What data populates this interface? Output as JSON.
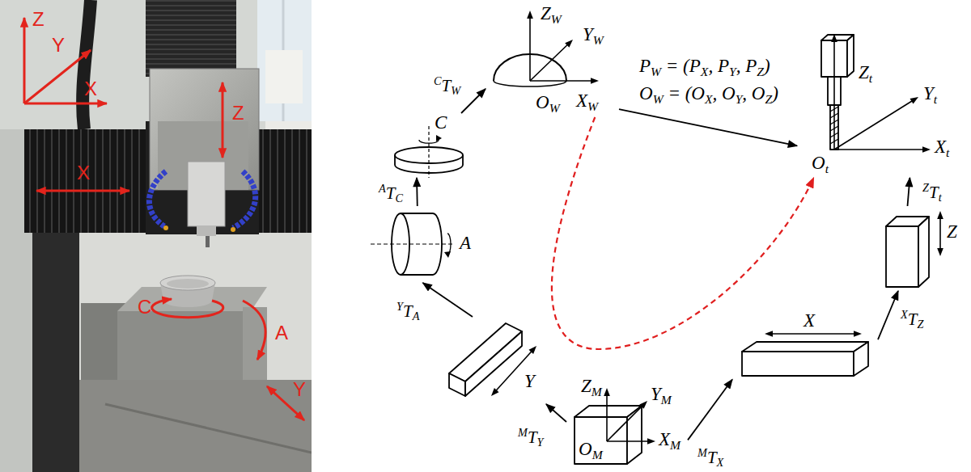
{
  "diagram": {
    "nodes": [
      {
        "text": [
          "ZW",
          "YW",
          "OW",
          "XW"
        ]
      },
      {
        "text": [
          "C"
        ]
      },
      {
        "text": [
          "A"
        ]
      },
      {
        "text": [
          "Y"
        ]
      },
      {
        "text": [
          "ZM",
          "YM",
          "OM",
          "XM"
        ]
      },
      {
        "text": [
          "X"
        ]
      },
      {
        "text": [
          "Z"
        ]
      },
      {
        "text": [
          "Zt",
          "Yt",
          "Ot",
          "Xt"
        ]
      }
    ],
    "edges": [
      {
        "from": 4,
        "to": 3,
        "arrow": "to",
        "label": "MTY"
      },
      {
        "from": 3,
        "to": 2,
        "arrow": "to",
        "label": "YTA"
      },
      {
        "from": 2,
        "to": 1,
        "arrow": "to",
        "label": "ATC"
      },
      {
        "from": 1,
        "to": 0,
        "arrow": "to",
        "label": "CTW"
      },
      {
        "from": 4,
        "to": 5,
        "arrow": "to",
        "label": "MTX"
      },
      {
        "from": 5,
        "to": 6,
        "arrow": "to",
        "label": "XTZ"
      },
      {
        "from": 6,
        "to": 7,
        "arrow": "to",
        "label": "ZTt"
      },
      {
        "from": 0,
        "to": 7,
        "arrow": "to"
      },
      {
        "from": 0,
        "to": 7,
        "arrow": "to"
      }
    ],
    "labels": [
      "Z",
      "Y",
      "X",
      "Z",
      "X",
      "C",
      "A",
      "Y",
      "PW = (PX, PY, PZ)",
      "OW = (OX, OY, OZ)"
    ]
  }
}
